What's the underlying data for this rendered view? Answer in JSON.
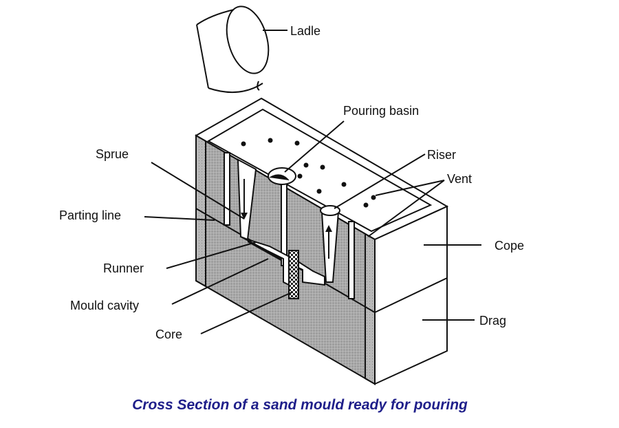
{
  "labels": {
    "ladle": "Ladle",
    "pouring_basin": "Pouring basin",
    "sprue": "Sprue",
    "riser": "Riser",
    "vent": "Vent",
    "parting_line": "Parting line",
    "cope": "Cope",
    "runner": "Runner",
    "mould_cavity": "Mould cavity",
    "drag": "Drag",
    "core": "Core"
  },
  "caption": "Cross Section of a sand mould ready for pouring",
  "colors": {
    "caption": "#1f1f8a",
    "line": "#111111",
    "sand": "#a6a6a6"
  }
}
